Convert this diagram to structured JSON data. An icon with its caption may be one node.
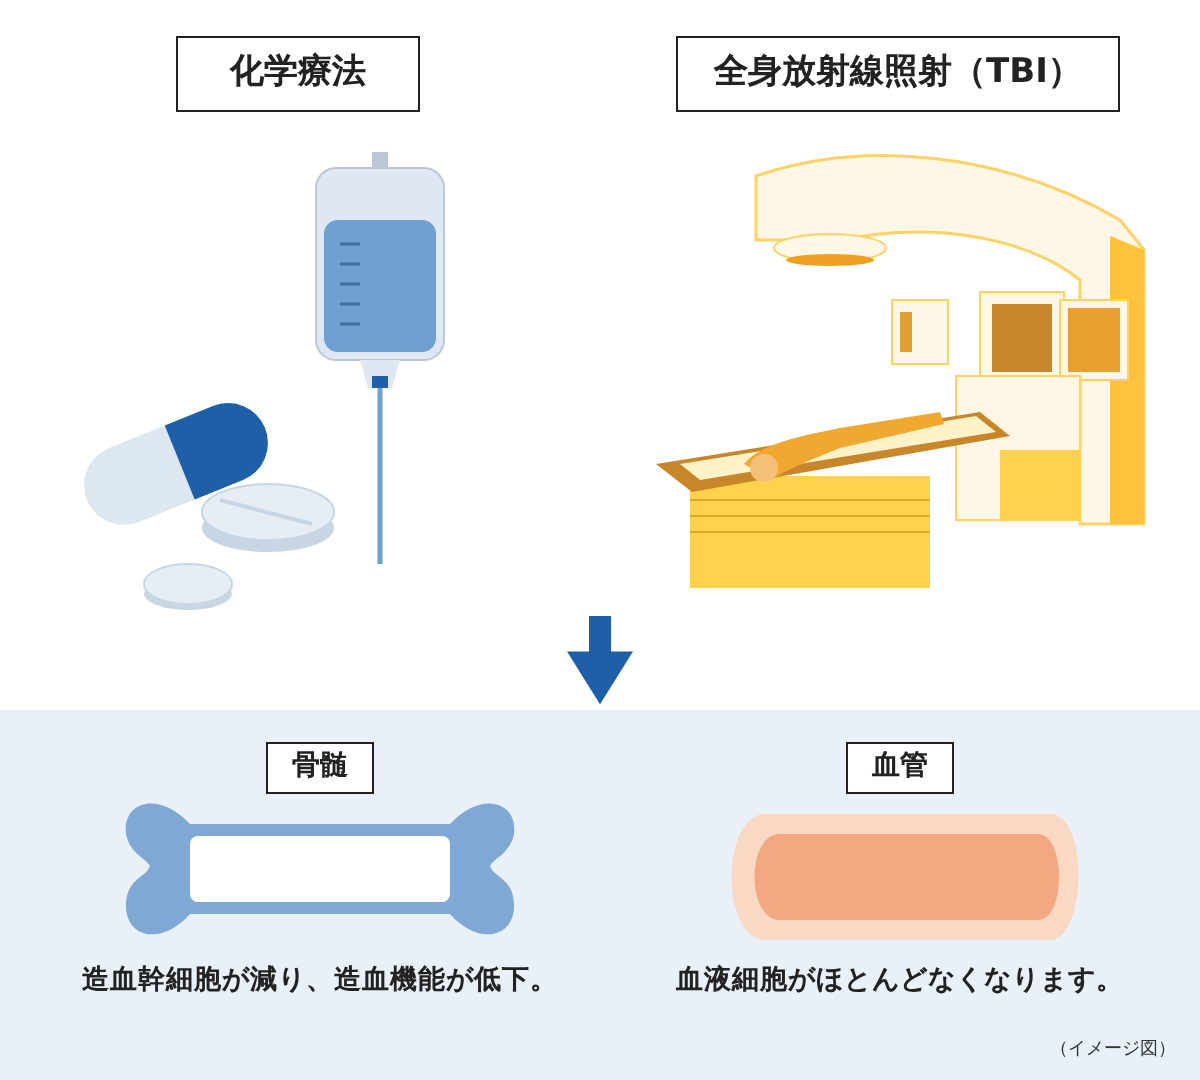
{
  "diagram": {
    "nodes": [
      {
        "text": [
          "化学療法"
        ]
      },
      {
        "text": [
          "全身放射線照射（TBI）"
        ]
      },
      {
        "text": [],
        "shape": "box"
      },
      {
        "text": [
          "骨髄",
          "造血幹細胞が減り、造血機能が低下。"
        ],
        "in": 2
      },
      {
        "text": [
          "血管",
          "血液細胞がほとんどなくなります。"
        ],
        "in": 2
      }
    ],
    "edges": [
      {
        "from": null,
        "to": 2,
        "arrow": "to"
      }
    ],
    "labels": [
      "（イメージ図）"
    ]
  }
}
